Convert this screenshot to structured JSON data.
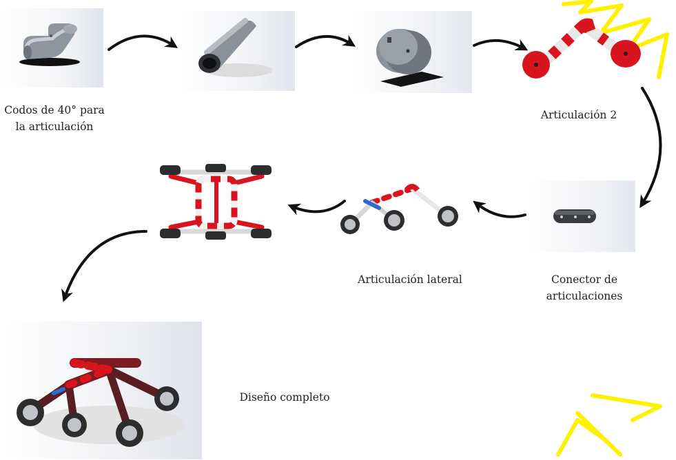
{
  "diagram": {
    "steps": [
      {
        "id": "codo",
        "label": "Codos de 40° para\nla articulación"
      },
      {
        "id": "tubo",
        "label": ""
      },
      {
        "id": "rueda",
        "label": ""
      },
      {
        "id": "articulacion-2",
        "label": "Articulación 2"
      },
      {
        "id": "conector",
        "label": "Conector de\narticulaciones"
      },
      {
        "id": "articulacion-lateral",
        "label": "Articulación lateral"
      },
      {
        "id": "vista-superior",
        "label": ""
      },
      {
        "id": "diseno-completo",
        "label": "Diseño completo"
      }
    ],
    "connections": [
      {
        "from": "codo",
        "to": "tubo"
      },
      {
        "from": "tubo",
        "to": "rueda"
      },
      {
        "from": "rueda",
        "to": "articulacion-2"
      },
      {
        "from": "articulacion-2",
        "to": "conector"
      },
      {
        "from": "conector",
        "to": "articulacion-lateral"
      },
      {
        "from": "articulacion-lateral",
        "to": "vista-superior"
      },
      {
        "from": "vista-superior",
        "to": "diseno-completo"
      }
    ],
    "colors": {
      "accent_red": "#d8141e",
      "joint_white": "#f1f1f1",
      "part_gray": "#8b919a",
      "dark_wheel": "#2d2d2d",
      "arrow": "#111111",
      "decoration_yellow": "#fff200"
    }
  }
}
